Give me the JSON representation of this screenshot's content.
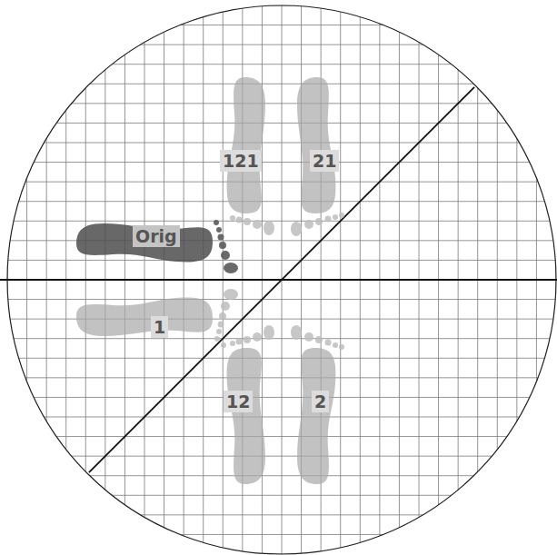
{
  "diagram": {
    "nodes": [
      {
        "text": [
          "121"
        ]
      },
      {
        "text": [
          "21"
        ]
      },
      {
        "text": [
          "Orig"
        ]
      },
      {
        "text": [
          "1"
        ]
      },
      {
        "text": [
          "12"
        ]
      },
      {
        "text": [
          "2"
        ]
      }
    ]
  }
}
